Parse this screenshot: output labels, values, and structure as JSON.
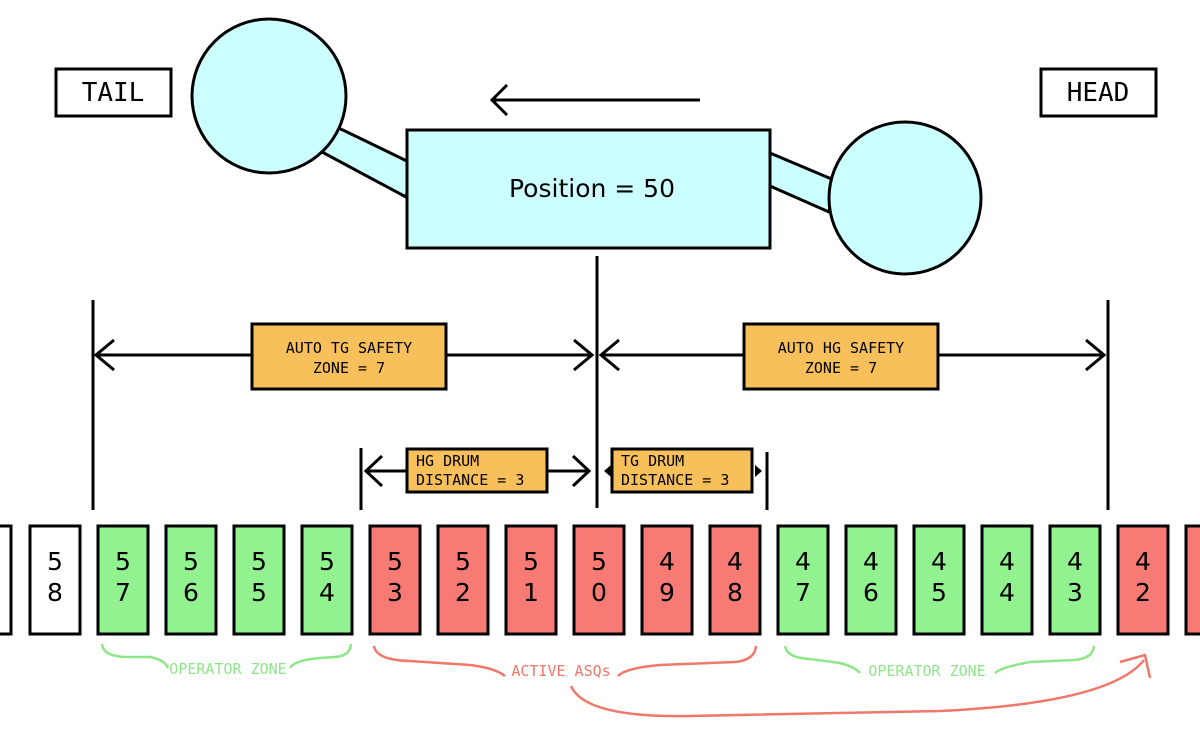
{
  "labels": {
    "tail": "TAIL",
    "head": "HEAD",
    "position": "Position = 50"
  },
  "safety_zones": {
    "auto_tg": [
      "AUTO TG SAFETY",
      "ZONE = 7"
    ],
    "auto_hg": [
      "AUTO HG SAFETY",
      "ZONE = 7"
    ]
  },
  "drum_distances": {
    "hg": [
      "HG DRUM",
      "DISTANCE = 3"
    ],
    "tg": [
      "TG DRUM",
      "DISTANCE = 3"
    ]
  },
  "cells": [
    {
      "digits": [
        "5",
        "8"
      ],
      "status": "neutral"
    },
    {
      "digits": [
        "5",
        "7"
      ],
      "status": "operator"
    },
    {
      "digits": [
        "5",
        "6"
      ],
      "status": "operator"
    },
    {
      "digits": [
        "5",
        "5"
      ],
      "status": "operator"
    },
    {
      "digits": [
        "5",
        "4"
      ],
      "status": "operator"
    },
    {
      "digits": [
        "5",
        "3"
      ],
      "status": "active"
    },
    {
      "digits": [
        "5",
        "2"
      ],
      "status": "active"
    },
    {
      "digits": [
        "5",
        "1"
      ],
      "status": "active"
    },
    {
      "digits": [
        "5",
        "0"
      ],
      "status": "active"
    },
    {
      "digits": [
        "4",
        "9"
      ],
      "status": "active"
    },
    {
      "digits": [
        "4",
        "8"
      ],
      "status": "active"
    },
    {
      "digits": [
        "4",
        "7"
      ],
      "status": "operator"
    },
    {
      "digits": [
        "4",
        "6"
      ],
      "status": "operator"
    },
    {
      "digits": [
        "4",
        "5"
      ],
      "status": "operator"
    },
    {
      "digits": [
        "4",
        "4"
      ],
      "status": "operator"
    },
    {
      "digits": [
        "4",
        "3"
      ],
      "status": "operator"
    },
    {
      "digits": [
        "4",
        "2"
      ],
      "status": "active"
    }
  ],
  "zones": {
    "operator_left": "OPERATOR ZONE",
    "active": "ACTIVE ASQs",
    "operator_right": "OPERATOR ZONE"
  },
  "colors": {
    "machine_fill": "#ccffff",
    "label_fill": "#f7c05a",
    "operator_fill": "#91f28f",
    "active_fill": "#f77b74",
    "neutral_fill": "#ffffff",
    "operator_text": "#8ee689",
    "active_text": "#f0776b",
    "outline": "#000000"
  }
}
